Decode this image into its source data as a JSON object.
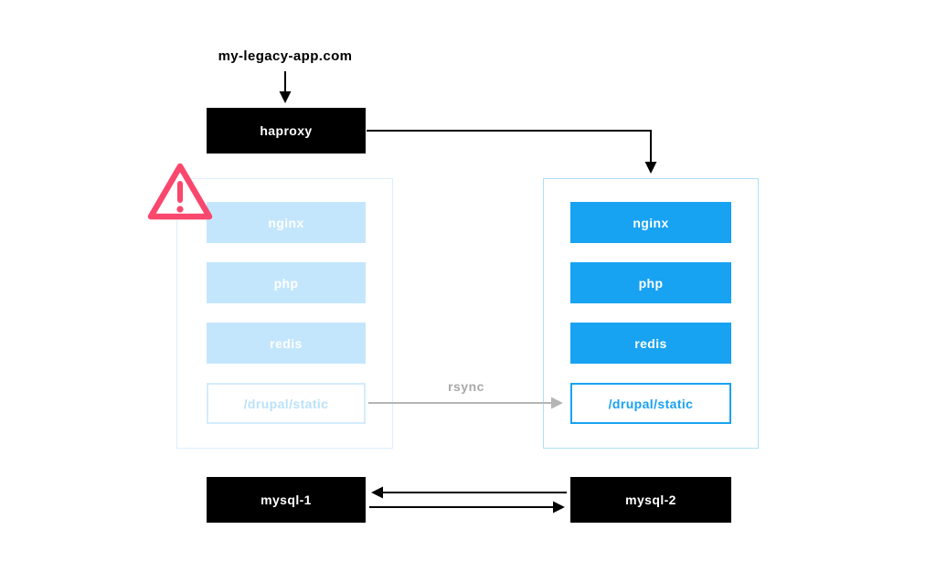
{
  "diagram": {
    "title": "my-legacy-app.com",
    "haproxy_label": "haproxy",
    "left_group": {
      "services": [
        "nginx",
        "php",
        "redis"
      ],
      "static_label": "/drupal/static"
    },
    "right_group": {
      "services": [
        "nginx",
        "php",
        "redis"
      ],
      "static_label": "/drupal/static"
    },
    "rsync_label": "rsync",
    "mysql_left_label": "mysql-1",
    "mysql_right_label": "mysql-2",
    "icons": {
      "warning": "warning-triangle-icon"
    },
    "colors": {
      "accent_blue": "#18a2f2",
      "faded_blue": "#c3e6fc",
      "node_black": "#000000",
      "warning_pink": "#f9476d",
      "rsync_gray": "#a9a9a9"
    }
  }
}
